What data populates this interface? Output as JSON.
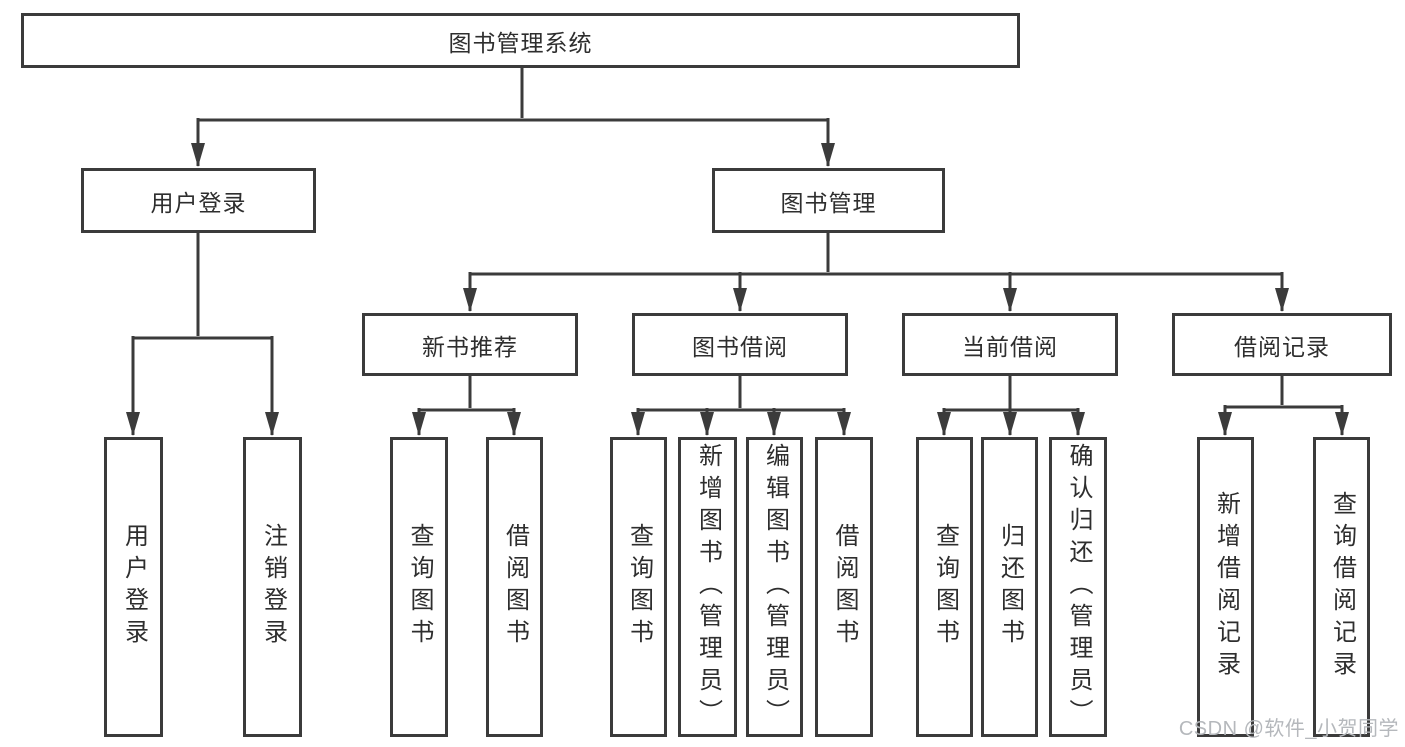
{
  "diagram": {
    "type": "hierarchy-tree",
    "tree": {
      "label": "图书管理系统",
      "children": [
        {
          "label": "用户登录",
          "children": [
            {
              "label": "用户登录"
            },
            {
              "label": "注销登录"
            }
          ]
        },
        {
          "label": "图书管理",
          "children": [
            {
              "label": "新书推荐",
              "children": [
                {
                  "label": "查询图书"
                },
                {
                  "label": "借阅图书"
                }
              ]
            },
            {
              "label": "图书借阅",
              "children": [
                {
                  "label": "查询图书"
                },
                {
                  "label": "新增图书（管理员）"
                },
                {
                  "label": "编辑图书（管理员）"
                },
                {
                  "label": "借阅图书"
                }
              ]
            },
            {
              "label": "当前借阅",
              "children": [
                {
                  "label": "查询图书"
                },
                {
                  "label": "归还图书"
                },
                {
                  "label": "确认归还（管理员）"
                }
              ]
            },
            {
              "label": "借阅记录",
              "children": [
                {
                  "label": "新增借阅记录"
                },
                {
                  "label": "查询借阅记录"
                }
              ]
            }
          ]
        }
      ]
    },
    "colors": {
      "line": "#3b3b3b",
      "text": "#2e2e2e",
      "background": "#ffffff"
    }
  },
  "watermark": {
    "text": "CSDN @软件_小贺同学",
    "color": "#b5b8bc"
  }
}
